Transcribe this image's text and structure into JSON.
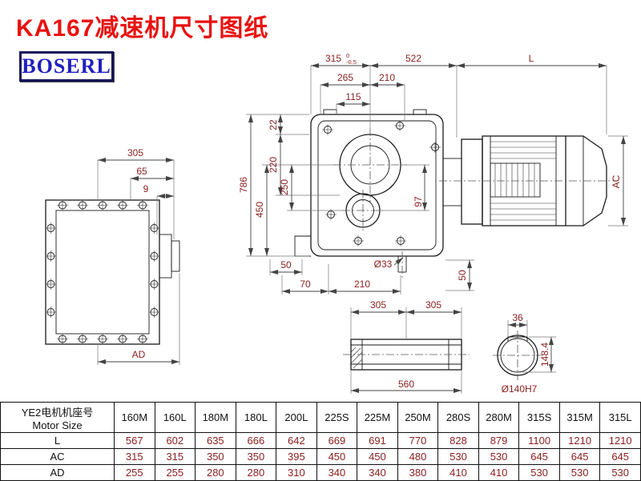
{
  "page": {
    "title": "KA167减速机尺寸图纸",
    "logo_text": "BOSERL"
  },
  "colors": {
    "title-red": "#e81210",
    "dim-red": "#8b2020",
    "logo-blue": "#2020c0",
    "logo-border": "#15155a",
    "line": "#1a1a1a"
  },
  "dims": {
    "left": {
      "w305": "305",
      "w65": "65",
      "w9": "9",
      "ad": "AD"
    },
    "main": {
      "t315": "315",
      "tol_up": "0",
      "tol_dn": "-0.5",
      "t522": "522",
      "tL": "L",
      "t265": "265",
      "t210": "210",
      "t115": "115",
      "s22": "22",
      "s220": "220",
      "s250": "250",
      "s450": "450",
      "s786": "786",
      "s97": "97",
      "b50": "50",
      "b70": "70",
      "b210": "210",
      "d33": "Ø33",
      "r50": "50",
      "ac": "AC"
    },
    "shaft": {
      "a305": "305",
      "b305": "305",
      "len560": "560"
    },
    "bore": {
      "k36": "36",
      "h148": "148.4",
      "d140": "Ø140H7"
    }
  },
  "table": {
    "header_cn": "YE2电机机座号",
    "header_en": "Motor Size",
    "columns": [
      "160M",
      "160L",
      "180M",
      "180L",
      "200L",
      "225S",
      "225M",
      "250M",
      "280S",
      "280M",
      "315S",
      "315M",
      "315L"
    ],
    "rows": [
      {
        "label": "L",
        "values": [
          "567",
          "602",
          "635",
          "666",
          "642",
          "669",
          "691",
          "770",
          "828",
          "879",
          "1100",
          "1210",
          "1210"
        ]
      },
      {
        "label": "AC",
        "values": [
          "315",
          "315",
          "350",
          "350",
          "395",
          "450",
          "450",
          "480",
          "530",
          "530",
          "645",
          "645",
          "645"
        ]
      },
      {
        "label": "AD",
        "values": [
          "255",
          "255",
          "280",
          "280",
          "310",
          "340",
          "340",
          "380",
          "410",
          "410",
          "530",
          "530",
          "530"
        ]
      }
    ]
  }
}
